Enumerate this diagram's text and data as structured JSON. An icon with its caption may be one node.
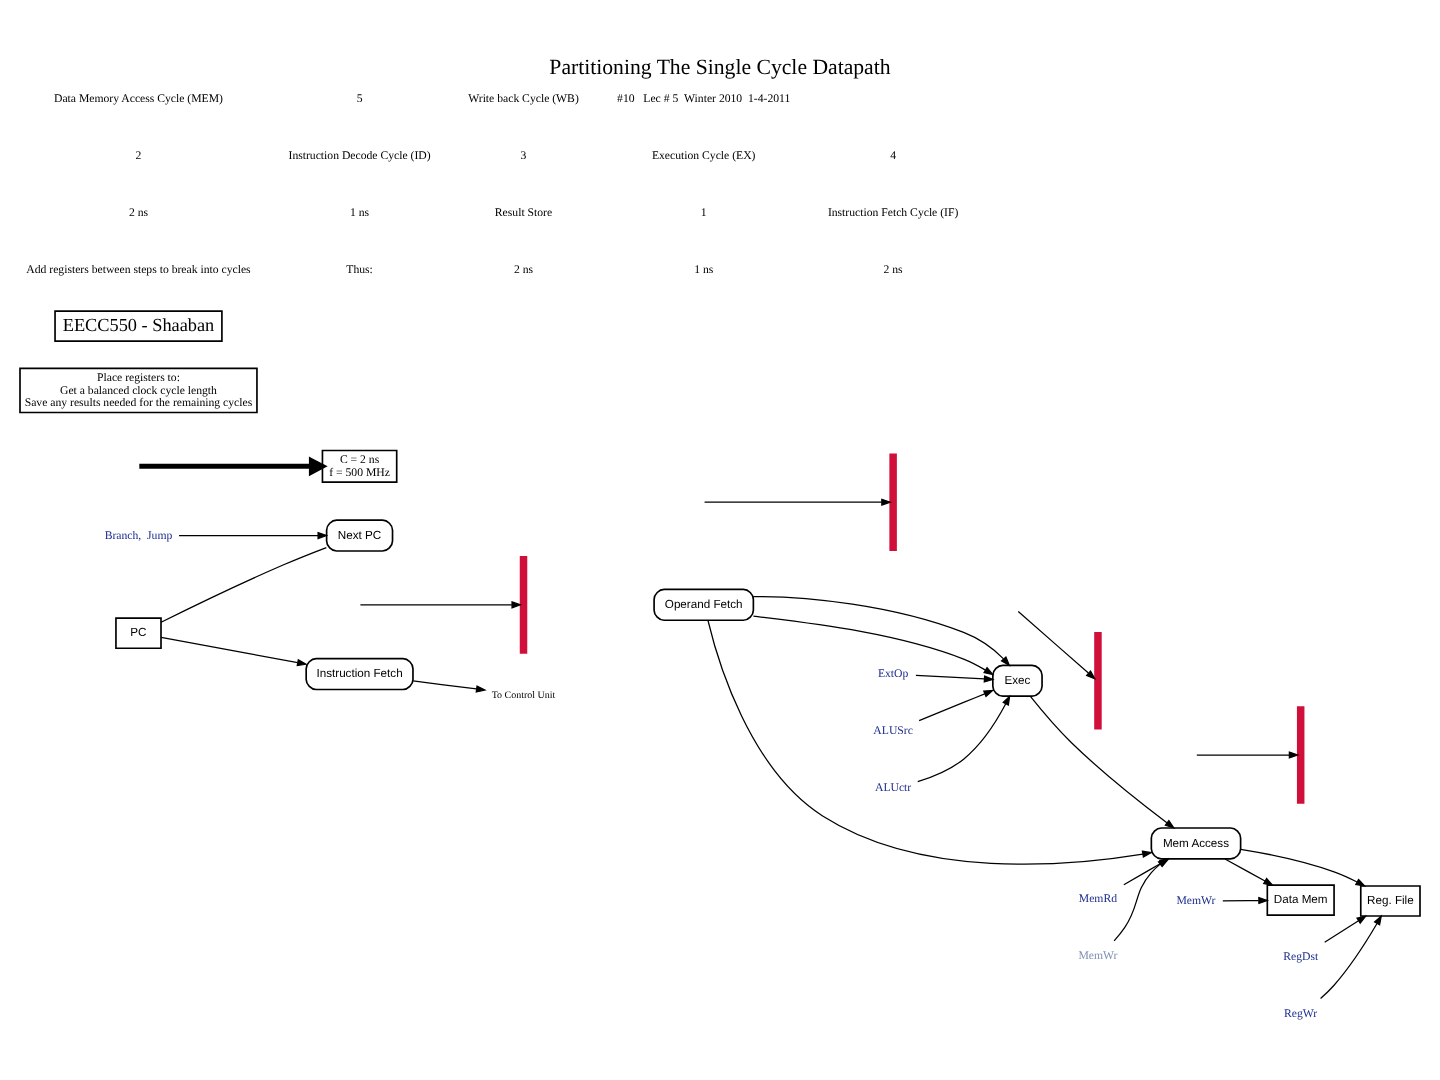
{
  "diagram": {
    "title": "Partitioning The Single Cycle Datapath",
    "nodes": [
      {
        "text": [
          "Branch,  Jump"
        ]
      },
      {
        "text": [
          "Next PC"
        ]
      },
      {
        "text": [
          "PC"
        ]
      },
      {
        "text": [
          "Instruction Fetch"
        ]
      },
      {
        "text": [],
        "shape": "bar"
      },
      {
        "text": [
          "To Control Unit"
        ]
      },
      {
        "text": [
          "Operand Fetch"
        ]
      },
      {
        "text": [],
        "shape": "bar"
      },
      {
        "text": [
          "ExtOp"
        ]
      },
      {
        "text": [
          "ALUSrc"
        ]
      },
      {
        "text": [
          "ALUctr"
        ]
      },
      {
        "text": [
          "Exec"
        ]
      },
      {
        "text": [],
        "shape": "bar"
      },
      {
        "text": [
          "MemRd"
        ]
      },
      {
        "text": [
          "MemWr"
        ]
      },
      {
        "text": [
          "Mem Access"
        ]
      },
      {
        "text": [],
        "shape": "bar"
      },
      {
        "text": [
          "RegDst"
        ]
      },
      {
        "text": [
          "RegWr"
        ]
      },
      {
        "text": [
          "MemWr"
        ]
      },
      {
        "text": [
          "Reg. File"
        ]
      },
      {
        "text": [
          "Data Mem"
        ]
      },
      {
        "text": [
          "C = 2 ns",
          "f = 500 MHz"
        ]
      },
      {
        "text": [
          "Place registers to:",
          "Get a balanced clock cycle length",
          "Save any results needed for the remaining cycles"
        ]
      },
      {
        "text": [
          "EECC550 - Shaaban"
        ]
      }
    ],
    "edges": [
      {
        "from": 0,
        "to": 1,
        "arrow": "to"
      },
      {
        "from": 2,
        "to": 3,
        "arrow": "to"
      },
      {
        "from": 2,
        "to": 1,
        "arrow": "none"
      },
      {
        "from": 3,
        "to": 5,
        "arrow": "to"
      },
      {
        "from": null,
        "to": 4,
        "arrow": "to"
      },
      {
        "from": null,
        "to": 7,
        "arrow": "to"
      },
      {
        "from": null,
        "to": 12,
        "arrow": "to"
      },
      {
        "from": null,
        "to": 16,
        "arrow": "to"
      },
      {
        "from": 6,
        "to": 11,
        "arrow": "to"
      },
      {
        "from": 6,
        "to": 11,
        "arrow": "to"
      },
      {
        "from": 6,
        "to": 15,
        "arrow": "to"
      },
      {
        "from": 11,
        "to": 15,
        "arrow": "to"
      },
      {
        "from": 15,
        "to": 20,
        "arrow": "to"
      },
      {
        "from": 15,
        "to": 21,
        "arrow": "to"
      },
      {
        "from": 8,
        "to": 11,
        "arrow": "to"
      },
      {
        "from": 9,
        "to": 11,
        "arrow": "to"
      },
      {
        "from": 10,
        "to": 11,
        "arrow": "to"
      },
      {
        "from": 13,
        "to": 15,
        "arrow": "to"
      },
      {
        "from": 14,
        "to": 15,
        "arrow": "to"
      },
      {
        "from": 17,
        "to": 20,
        "arrow": "to"
      },
      {
        "from": 18,
        "to": 20,
        "arrow": "to"
      },
      {
        "from": 19,
        "to": 21,
        "arrow": "to"
      },
      {
        "from": null,
        "to": 22,
        "arrow": "to",
        "style": "thick"
      }
    ],
    "labels": [
      "Add registers between steps to break into cycles",
      "Thus:",
      "2 ns",
      "1 ns",
      "2 ns",
      "2 ns",
      "1 ns",
      "Result Store",
      "1",
      "Instruction Fetch Cycle (IF)",
      "2",
      "Instruction Decode Cycle (ID)",
      "3",
      "Execution Cycle (EX)",
      "4",
      "Data Memory Access Cycle (MEM)",
      "5",
      "Write back Cycle (WB)",
      "#10   Lec # 5  Winter 2010  1-4-2011"
    ]
  }
}
